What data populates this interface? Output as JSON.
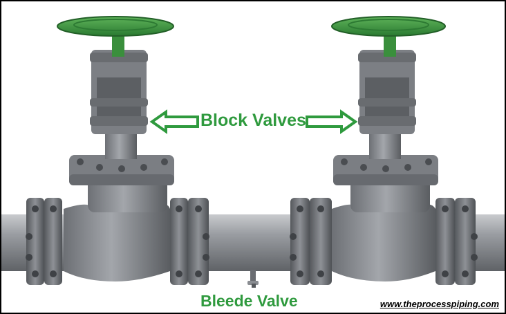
{
  "labels": {
    "block_valves": "Block Valves",
    "bleed_valve": "Bleede Valve",
    "website": "www.theprocesspiping.com"
  },
  "colors": {
    "handwheel": "#3a8f3c",
    "label_text": "#2f9a3e",
    "steel": "#8a8d92",
    "arrow_outline": "#2f9a3e"
  }
}
